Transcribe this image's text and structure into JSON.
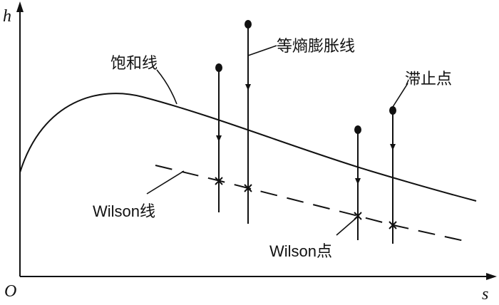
{
  "axes": {
    "y_label": "h",
    "x_label": "s",
    "origin_label": "O"
  },
  "labels": {
    "saturation_line": "饱和线",
    "isentropic_line": "等熵膨胀线",
    "stagnation_point": "滞止点",
    "wilson_line": "Wilson线",
    "wilson_point": "Wilson点"
  },
  "colors": {
    "ink": "#111111",
    "background": "#ffffff"
  }
}
